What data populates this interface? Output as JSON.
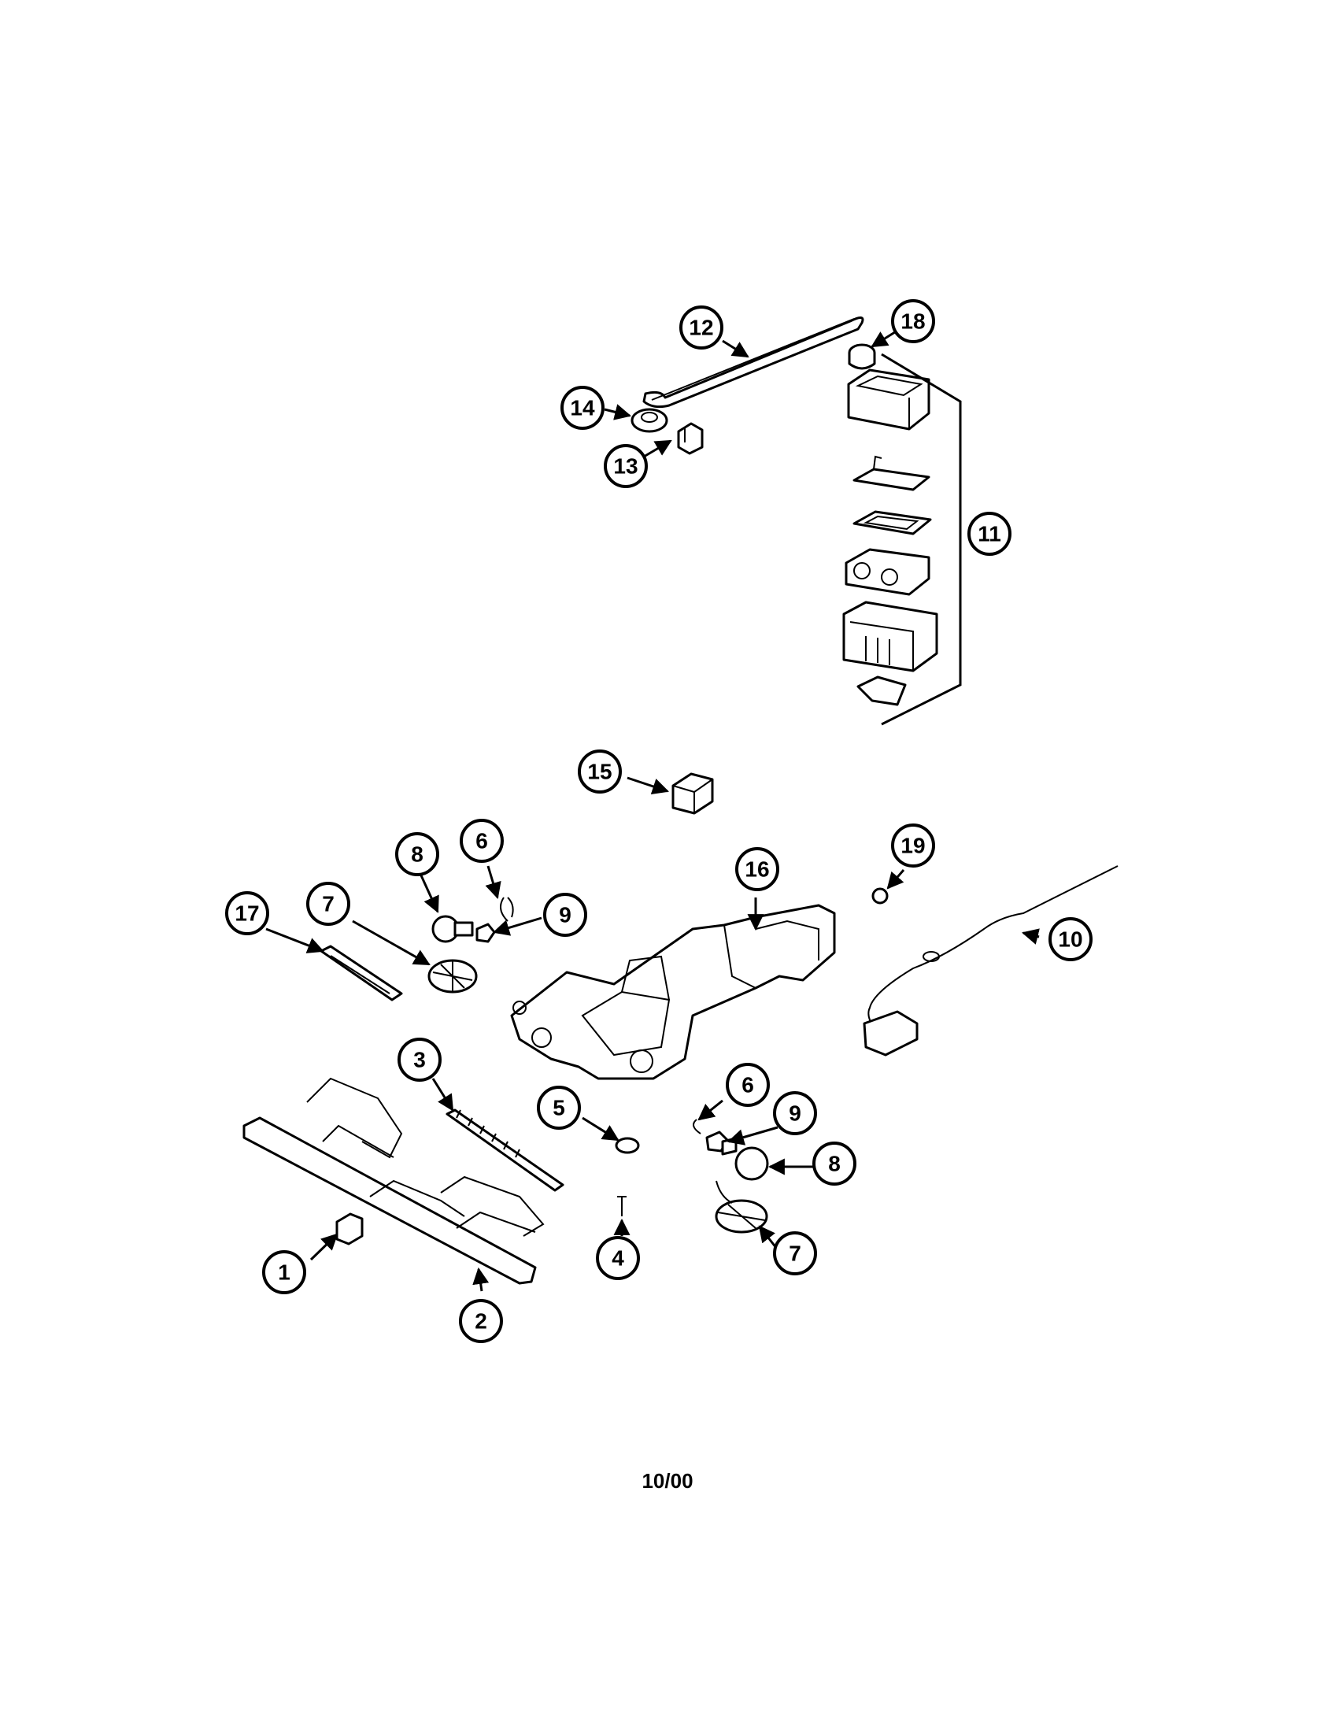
{
  "diagram": {
    "callouts": [
      {
        "id": "c1",
        "label": "1"
      },
      {
        "id": "c2",
        "label": "2"
      },
      {
        "id": "c3",
        "label": "3"
      },
      {
        "id": "c4",
        "label": "4"
      },
      {
        "id": "c5",
        "label": "5"
      },
      {
        "id": "c6a",
        "label": "6"
      },
      {
        "id": "c6b",
        "label": "6"
      },
      {
        "id": "c7a",
        "label": "7"
      },
      {
        "id": "c7b",
        "label": "7"
      },
      {
        "id": "c8a",
        "label": "8"
      },
      {
        "id": "c8b",
        "label": "8"
      },
      {
        "id": "c9a",
        "label": "9"
      },
      {
        "id": "c9b",
        "label": "9"
      },
      {
        "id": "c10",
        "label": "10"
      },
      {
        "id": "c11",
        "label": "11"
      },
      {
        "id": "c12",
        "label": "12"
      },
      {
        "id": "c13",
        "label": "13"
      },
      {
        "id": "c14",
        "label": "14"
      },
      {
        "id": "c15",
        "label": "15"
      },
      {
        "id": "c16",
        "label": "16"
      },
      {
        "id": "c17",
        "label": "17"
      },
      {
        "id": "c18",
        "label": "18"
      },
      {
        "id": "c19",
        "label": "19"
      }
    ]
  },
  "footer": {
    "date": "10/00"
  }
}
